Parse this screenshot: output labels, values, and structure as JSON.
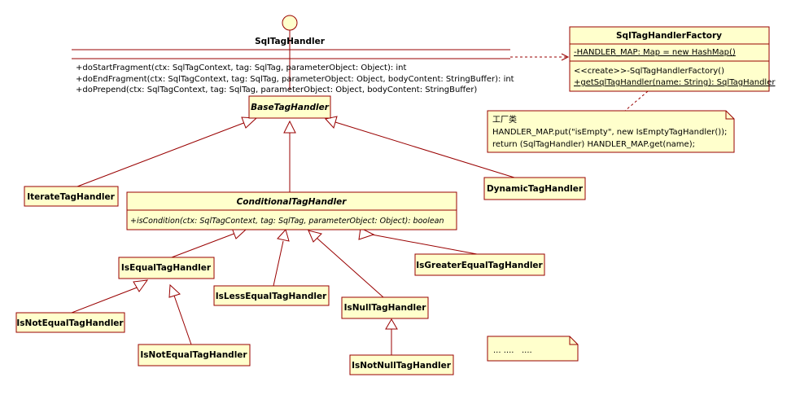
{
  "interface": {
    "name": "SqlTagHandler",
    "operations": [
      "+doStartFragment(ctx: SqlTagContext, tag: SqlTag, parameterObject: Object): int",
      "+doEndFragment(ctx: SqlTagContext, tag: SqlTag, parameterObject: Object, bodyContent: StringBuffer): int",
      "+doPrepend(ctx: SqlTagContext, tag: SqlTag, parameterObject: Object, bodyContent: StringBuffer)"
    ]
  },
  "factory": {
    "name": "SqlTagHandlerFactory",
    "attribute": "-HANDLER_MAP: Map = new HashMap()",
    "operations": [
      "<<create>>-SqlTagHandlerFactory()",
      "+getSqlTagHandler(name: String): SqlTagHandler"
    ]
  },
  "factory_note": {
    "lines": [
      "工厂类",
      "HANDLER_MAP.put(\"isEmpty\", new IsEmptyTagHandler());",
      "return (SqlTagHandler) HANDLER_MAP.get(name);"
    ]
  },
  "classes": {
    "base": "BaseTagHandler",
    "iterate": "IterateTagHandler",
    "dynamic": "DynamicTagHandler",
    "conditional": "ConditionalTagHandler",
    "conditional_operation": "+isCondition(ctx: SqlTagContext, tag: SqlTag, parameterObject: Object): boolean",
    "is_equal": "IsEqualTagHandler",
    "is_less_equal": "IsLessEqualTagHandler",
    "is_null": "IsNullTagHandler",
    "is_greater_equal": "IsGreaterEqualTagHandler",
    "is_not_equal_1": "IsNotEqualTagHandler",
    "is_not_equal_2": "IsNotEqualTagHandler",
    "is_not_null": "IsNotNullTagHandler"
  },
  "ellipsis_note": {
    "text": "... ....   ...."
  },
  "colors": {
    "fill": "#ffffcc",
    "stroke": "#990000"
  }
}
